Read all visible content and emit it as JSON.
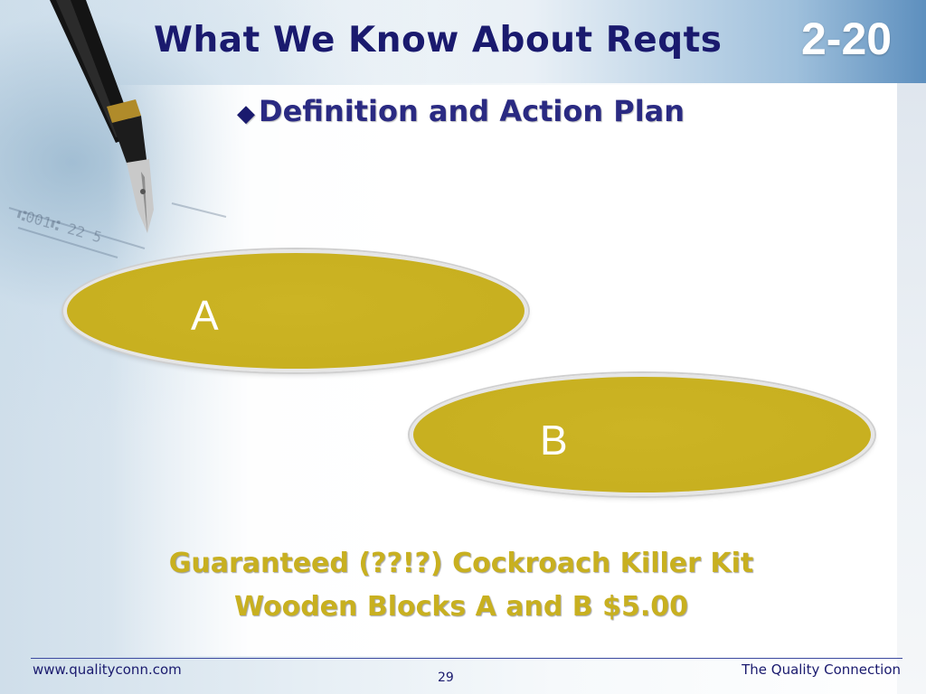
{
  "slide": {
    "title": "What We Know About Reqts",
    "number": "2-20",
    "subtitle": "Definition and Action Plan",
    "bullet_icon": "diamond-bullet-icon"
  },
  "blocks": [
    {
      "label": "A"
    },
    {
      "label": "B"
    }
  ],
  "caption": {
    "line1": "Guaranteed (??!?) Cockroach Killer Kit",
    "line2": "Wooden Blocks A and B $5.00"
  },
  "footer": {
    "website": "www.qualityconn.com",
    "page": "29",
    "company": "The Quality Connection"
  },
  "colors": {
    "title": "#1a1a6e",
    "ellipse_fill": "#c8b020",
    "caption": "#c8b020"
  }
}
